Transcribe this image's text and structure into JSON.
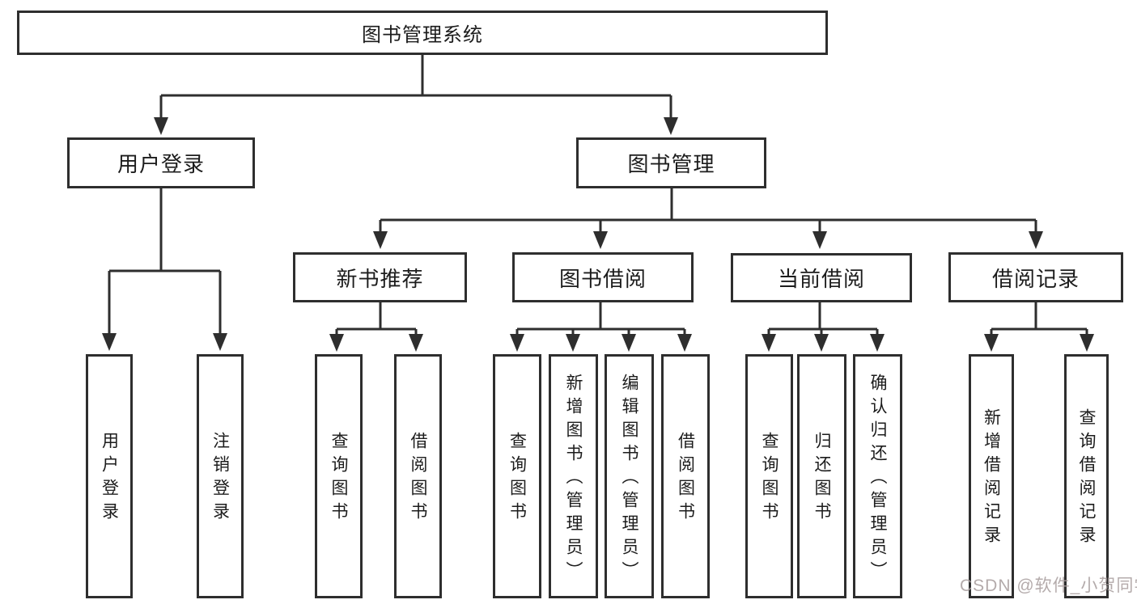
{
  "tree": {
    "label": "图书管理系统",
    "children": [
      {
        "label": "用户登录",
        "children": [
          {
            "label": "用户登录"
          },
          {
            "label": "注销登录"
          }
        ]
      },
      {
        "label": "图书管理",
        "children": [
          {
            "label": "新书推荐",
            "children": [
              {
                "label": "查询图书"
              },
              {
                "label": "借阅图书"
              }
            ]
          },
          {
            "label": "图书借阅",
            "children": [
              {
                "label": "查询图书"
              },
              {
                "label": "新增图书（管理员）"
              },
              {
                "label": "编辑图书（管理员）"
              },
              {
                "label": "借阅图书"
              }
            ]
          },
          {
            "label": "当前借阅",
            "children": [
              {
                "label": "查询图书"
              },
              {
                "label": "归还图书"
              },
              {
                "label": "确认归还（管理员）"
              }
            ]
          },
          {
            "label": "借阅记录",
            "children": [
              {
                "label": "新增借阅记录"
              },
              {
                "label": "查询借阅记录"
              }
            ]
          }
        ]
      }
    ]
  },
  "watermark": {
    "text": "CSDN @软件_小贺同学"
  },
  "colors": {
    "line": "#2e2e2e",
    "border": "#2e2e2e",
    "text": "#1c1c1c",
    "background": "#ffffff",
    "watermark": "#a79d9d"
  }
}
